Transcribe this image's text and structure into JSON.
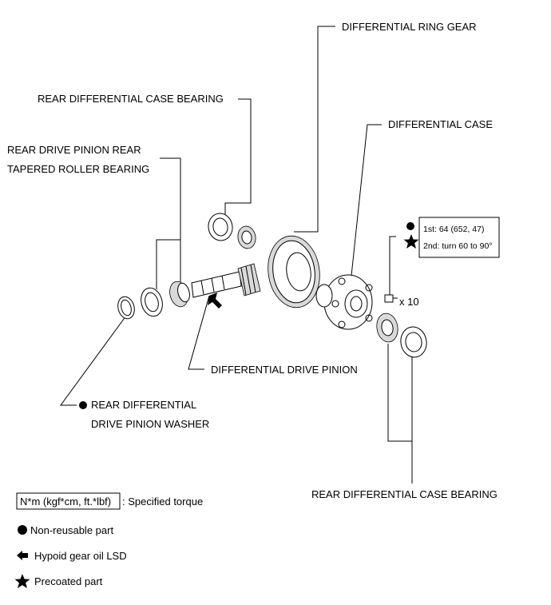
{
  "labels": {
    "ring_gear": "DIFFERENTIAL RING GEAR",
    "case_bearing_upper": "REAR DIFFERENTIAL CASE BEARING",
    "diff_case": "DIFFERENTIAL CASE",
    "pinion_bearing_line1": "REAR DRIVE PINION REAR",
    "pinion_bearing_line2": "TAPERED ROLLER BEARING",
    "drive_pinion": "DIFFERENTIAL DRIVE PINION",
    "washer_line1": "REAR DIFFERENTIAL",
    "washer_line2": "DRIVE PINION WASHER",
    "case_bearing_lower": "REAR DIFFERENTIAL CASE BEARING",
    "bolt_qty": "x 10"
  },
  "torque_box": {
    "step1": "1st: 64 (652, 47)",
    "step2": "2nd: turn 60 to 90°"
  },
  "legend": {
    "torque_spec_box": "N*m (kgf*cm, ft.*lbf)",
    "torque_spec_text": ": Specified torque",
    "non_reusable": "Non-reusable part",
    "oil": "Hypoid gear oil LSD",
    "precoated": "Precoated part"
  },
  "icons": [
    "filled-circle-icon",
    "star-icon",
    "oil-arrow-icon"
  ]
}
